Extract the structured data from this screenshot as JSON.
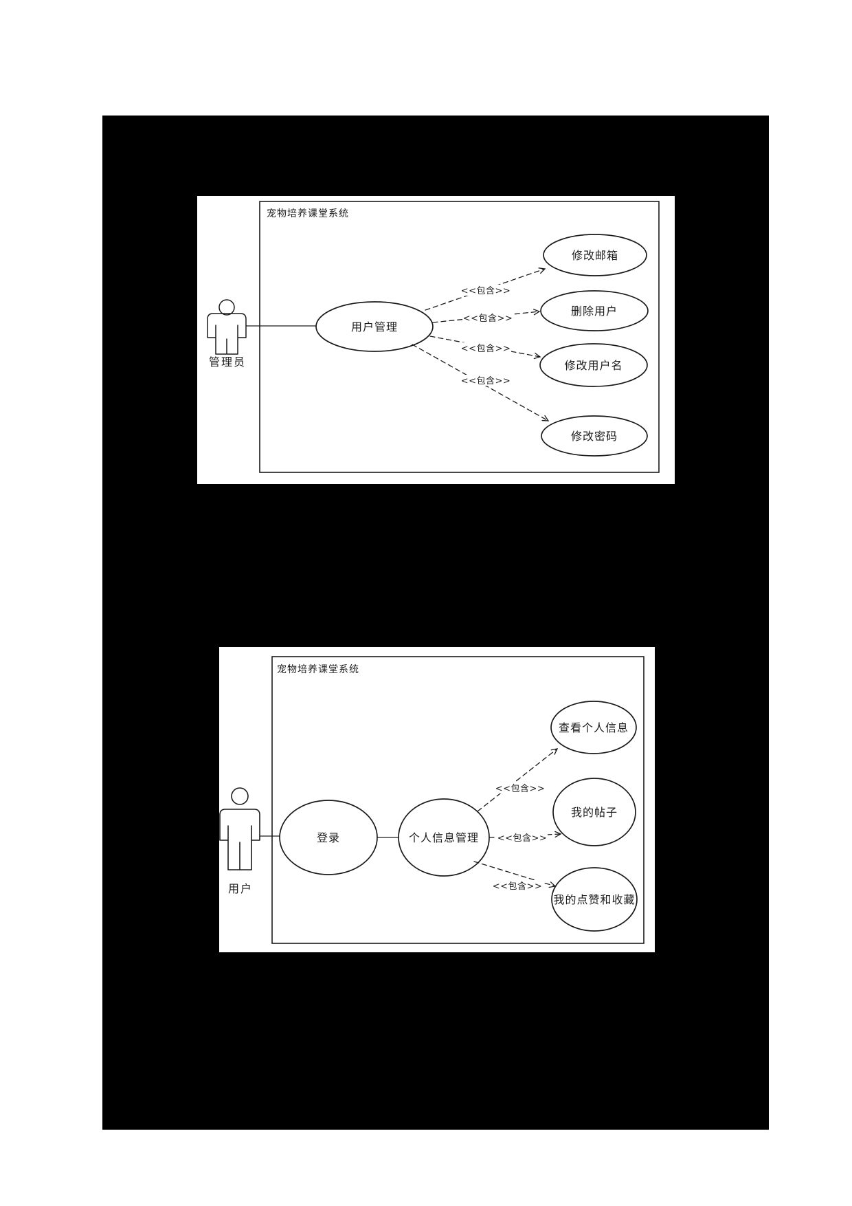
{
  "page": {
    "background_color": "#ffffff",
    "canvas_color": "#000000",
    "stroke_color": "#1a1a1a"
  },
  "diagram1": {
    "system_title": "宠物培养课堂系统",
    "actor": {
      "label": "管理员"
    },
    "main_usecase": {
      "label": "用户管理"
    },
    "include_label": "<<包含>>",
    "usecases": [
      {
        "label": "修改邮箱"
      },
      {
        "label": "删除用户"
      },
      {
        "label": "修改用户名"
      },
      {
        "label": "修改密码"
      }
    ]
  },
  "diagram2": {
    "system_title": "宠物培养课堂系统",
    "actor": {
      "label": "用户"
    },
    "usecase_login": {
      "label": "登录"
    },
    "main_usecase": {
      "label": "个人信息管理"
    },
    "include_label": "<<包含>>",
    "usecases": [
      {
        "label": "查看个人信息"
      },
      {
        "label": "我的帖子"
      },
      {
        "label": "我的点赞和收藏"
      }
    ]
  }
}
